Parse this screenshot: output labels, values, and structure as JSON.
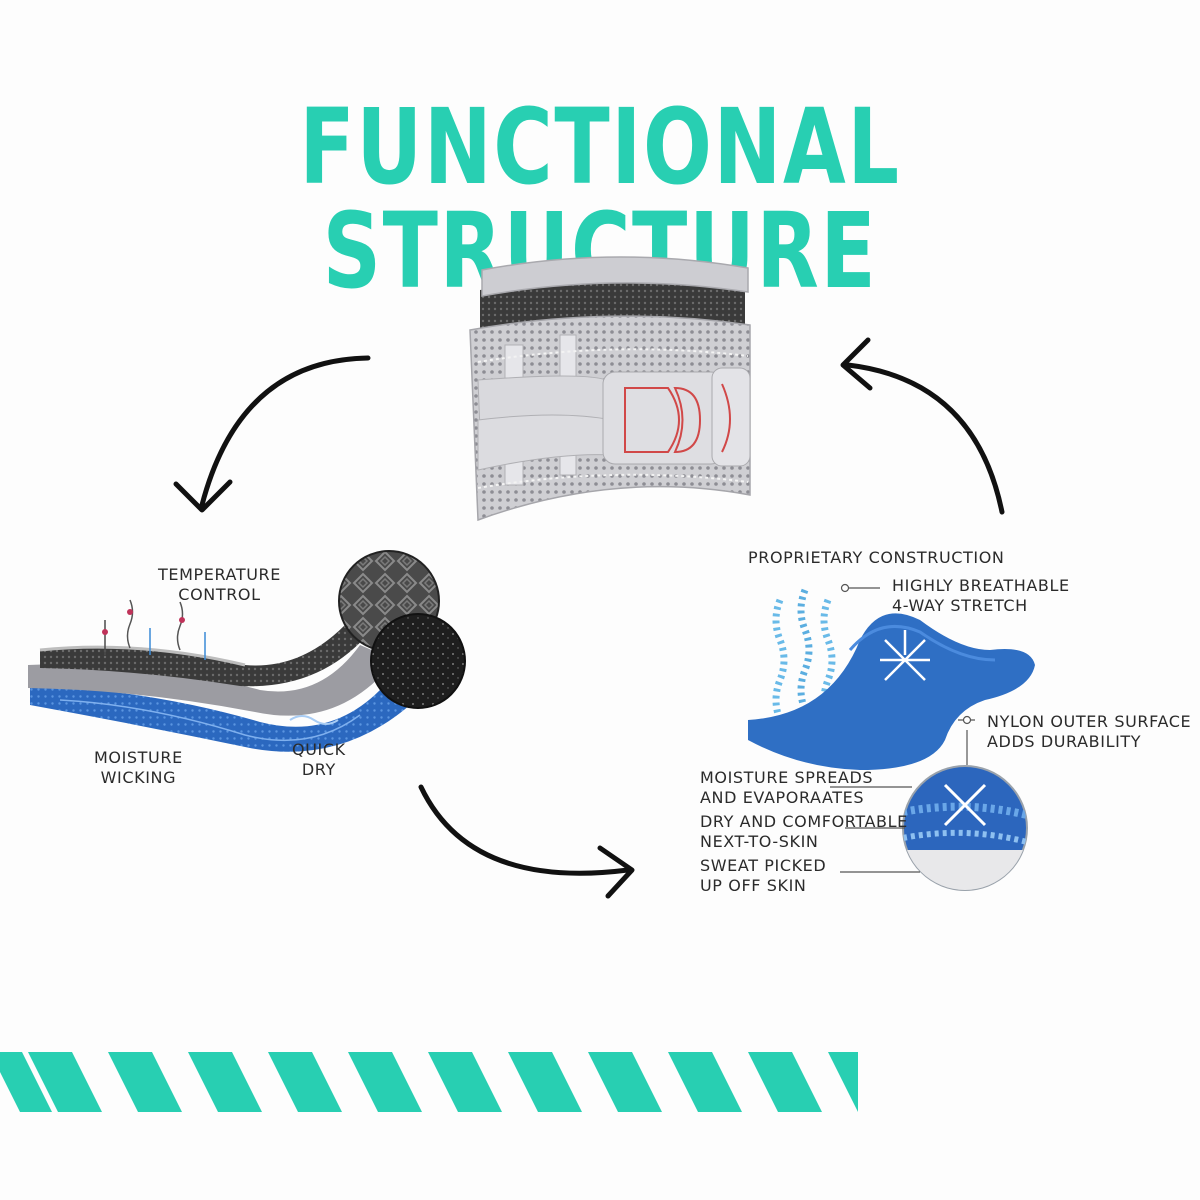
{
  "title": "FUNCTIONAL STRUCTURE",
  "colors": {
    "accent": "#28cfb2",
    "arrow": "#111111",
    "fabric_blue": "#2f6fc4",
    "fabric_gray": "#9a9a9a",
    "label_text": "#2b2b2b"
  },
  "left_panel": {
    "temperature_control": [
      "TEMPERATURE",
      "CONTROL"
    ],
    "moisture_wicking": [
      "MOISTURE",
      "WICKING"
    ],
    "quick_dry": [
      "QUICK",
      "DRY"
    ]
  },
  "right_panel": {
    "proprietary_construction": "PROPRIETARY CONSTRUCTION",
    "highly_breathable": [
      "HIGHLY BREATHABLE",
      "4-WAY STRETCH"
    ],
    "nylon_outer": [
      "NYLON OUTER SURFACE",
      "ADDS DURABILITY"
    ],
    "moisture_spreads": [
      "MOISTURE SPREADS",
      "AND EVAPORAATES"
    ],
    "dry_comfortable": [
      "DRY AND COMFORTABLE",
      "NEXT-TO-SKIN"
    ],
    "sweat_picked": [
      "SWEAT PICKED",
      "UP OFF SKIN"
    ]
  },
  "icons": [
    "back-brace-image",
    "curved-arrow-icon",
    "fabric-layers-illustration",
    "fabric-texture-circle"
  ]
}
